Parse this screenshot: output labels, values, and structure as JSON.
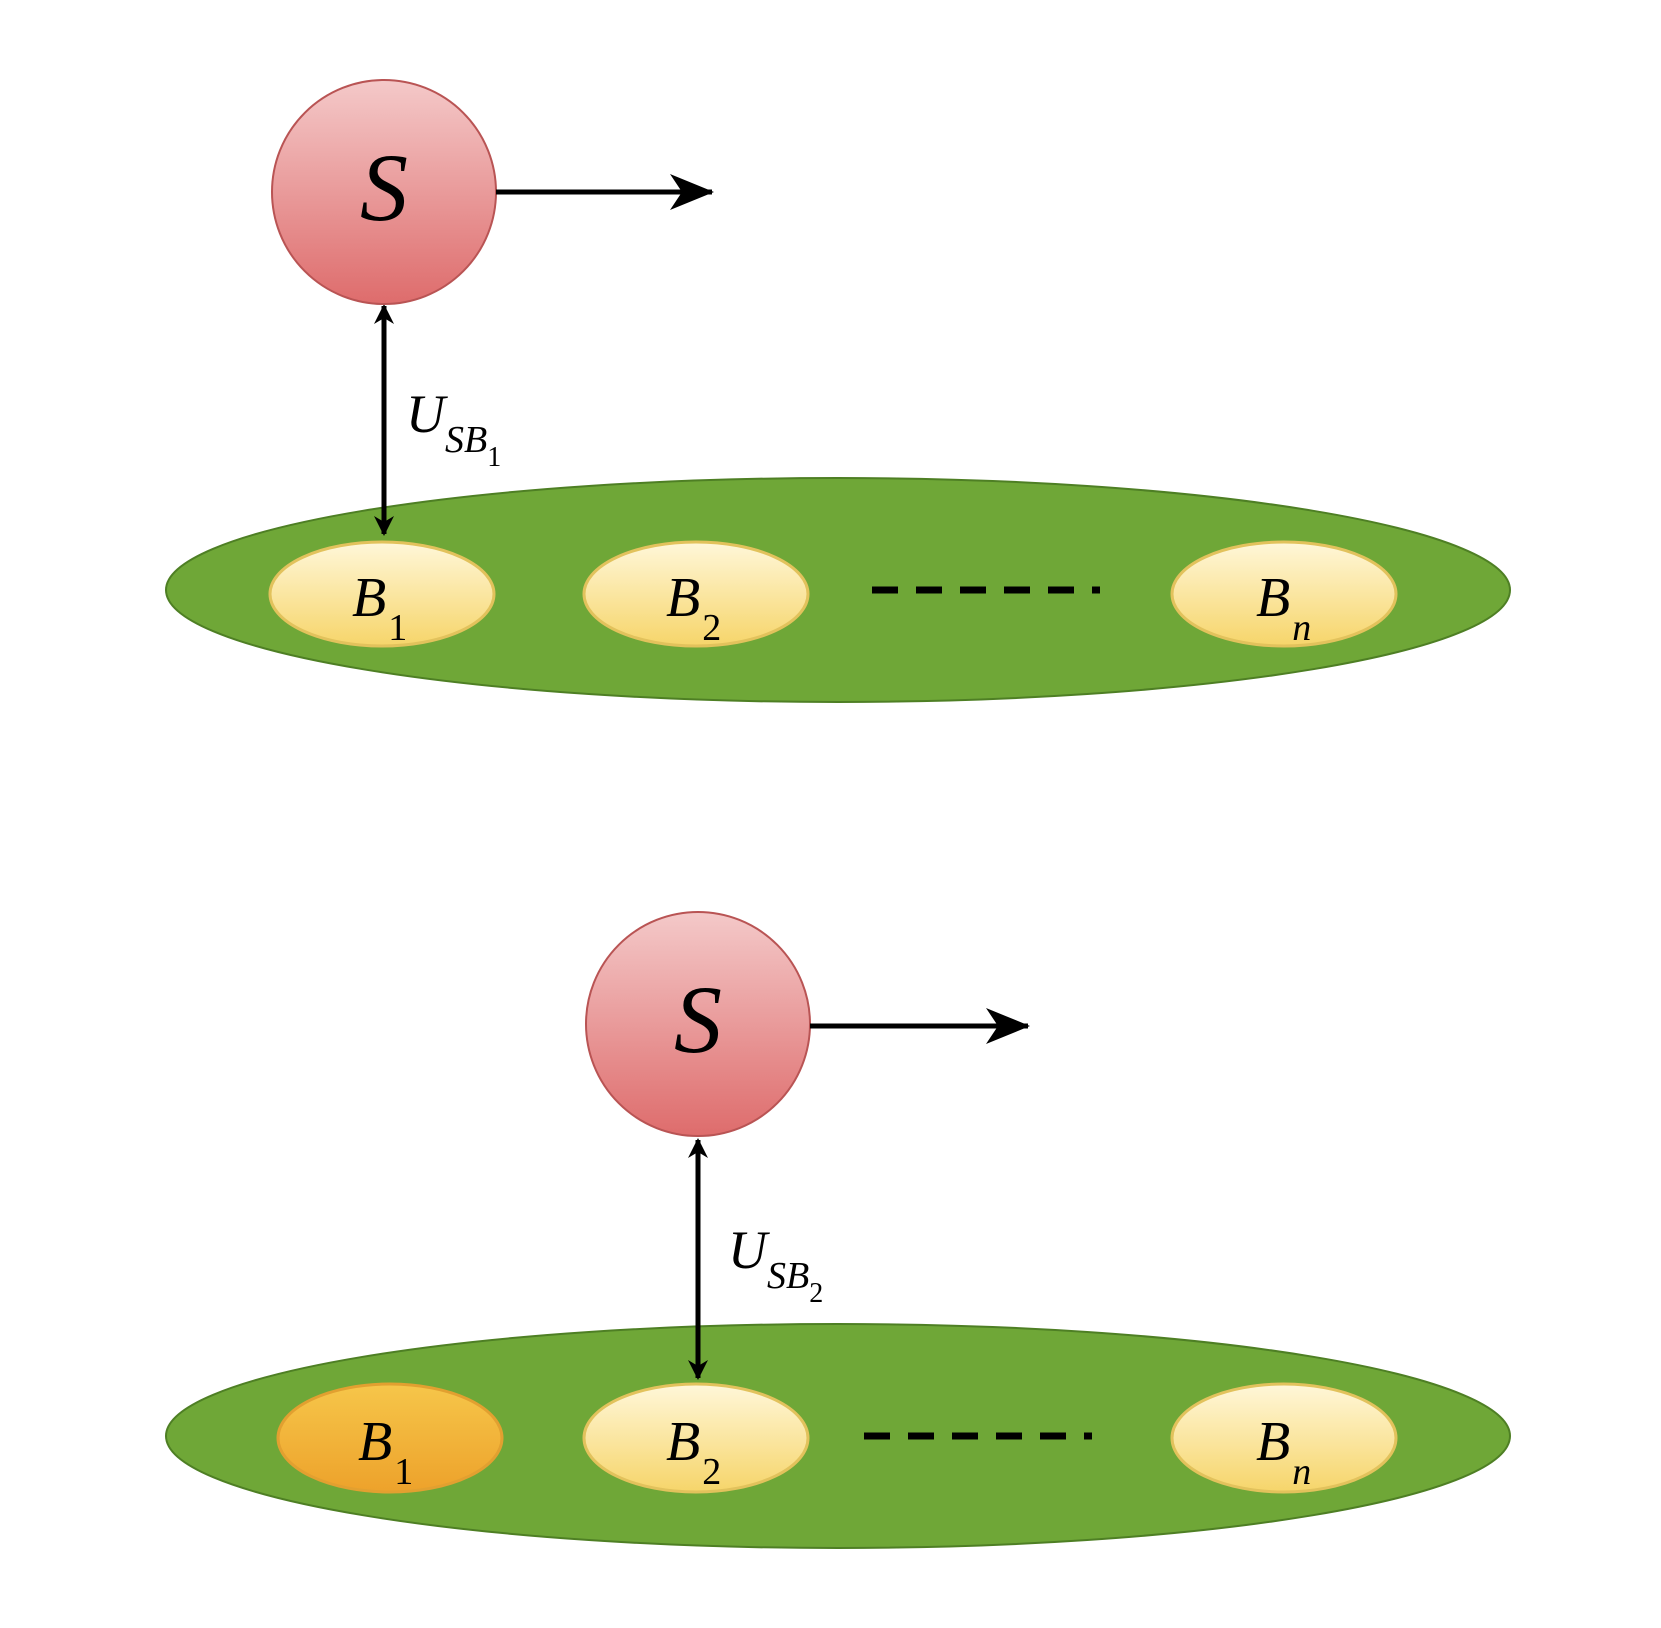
{
  "colors": {
    "bath_fill": "#6fa737",
    "bath_stroke": "#4e7f24",
    "node_fill_light": "#fff3c6",
    "node_fill_dark": "#f6d56a",
    "node_stroke": "#e2c25c",
    "node_highlight_top": "#f6c64a",
    "node_highlight_bottom": "#eda22b",
    "system_top": "#f4c9c9",
    "system_bottom": "#de6c6c",
    "system_stroke": "#b95454",
    "arrow": "#000000"
  },
  "panels": [
    {
      "system": {
        "letter": "S"
      },
      "coupling": {
        "base": "U",
        "sub": "SB",
        "subsub": "1"
      },
      "baths": [
        {
          "base": "B",
          "sub": "1",
          "highlighted": false
        },
        {
          "base": "B",
          "sub": "2",
          "highlighted": false
        },
        {
          "base": "B",
          "sub": "n",
          "highlighted": false,
          "italic_sub": true
        }
      ]
    },
    {
      "system": {
        "letter": "S"
      },
      "coupling": {
        "base": "U",
        "sub": "SB",
        "subsub": "2"
      },
      "baths": [
        {
          "base": "B",
          "sub": "1",
          "highlighted": true
        },
        {
          "base": "B",
          "sub": "2",
          "highlighted": false
        },
        {
          "base": "B",
          "sub": "n",
          "highlighted": false,
          "italic_sub": true
        }
      ]
    }
  ]
}
